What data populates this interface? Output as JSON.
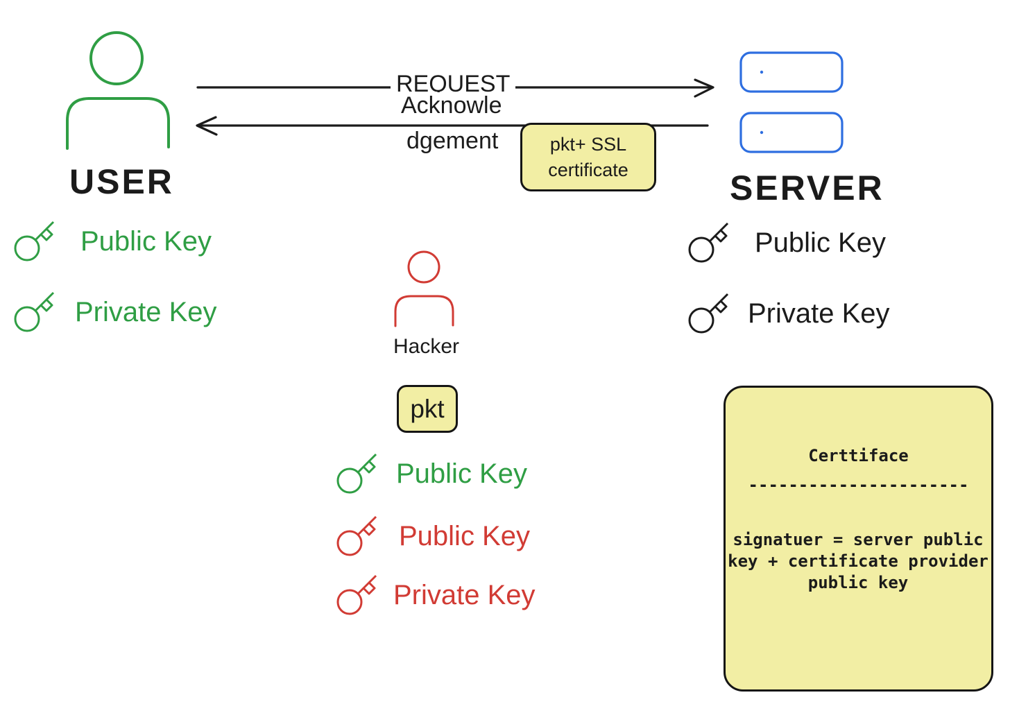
{
  "colors": {
    "green": "#2f9e44",
    "red": "#d13b34",
    "blue": "#2e6ee0",
    "yellow_fill": "#f2eea4",
    "ink": "#1b1b1b"
  },
  "user": {
    "label": "USER",
    "public_key_label": "Public Key",
    "private_key_label": "Private Key"
  },
  "server": {
    "label": "SERVER",
    "public_key_label": "Public Key",
    "private_key_label": "Private Key"
  },
  "flows": {
    "request_label": "REQUEST",
    "ack_line1": "Acknowle",
    "ack_line2": "dgement"
  },
  "ssl_box": {
    "line1": "pkt+ SSL",
    "line2": "certificate"
  },
  "hacker": {
    "label": "Hacker",
    "pkt_label": "pkt",
    "green_public_key_label": "Public Key",
    "red_public_key_label": "Public Key",
    "red_private_key_label": "Private Key"
  },
  "certificate": {
    "title": "Certtiface",
    "divider": "----------------------",
    "body": "signatuer = server public key + certificate provider public key"
  }
}
